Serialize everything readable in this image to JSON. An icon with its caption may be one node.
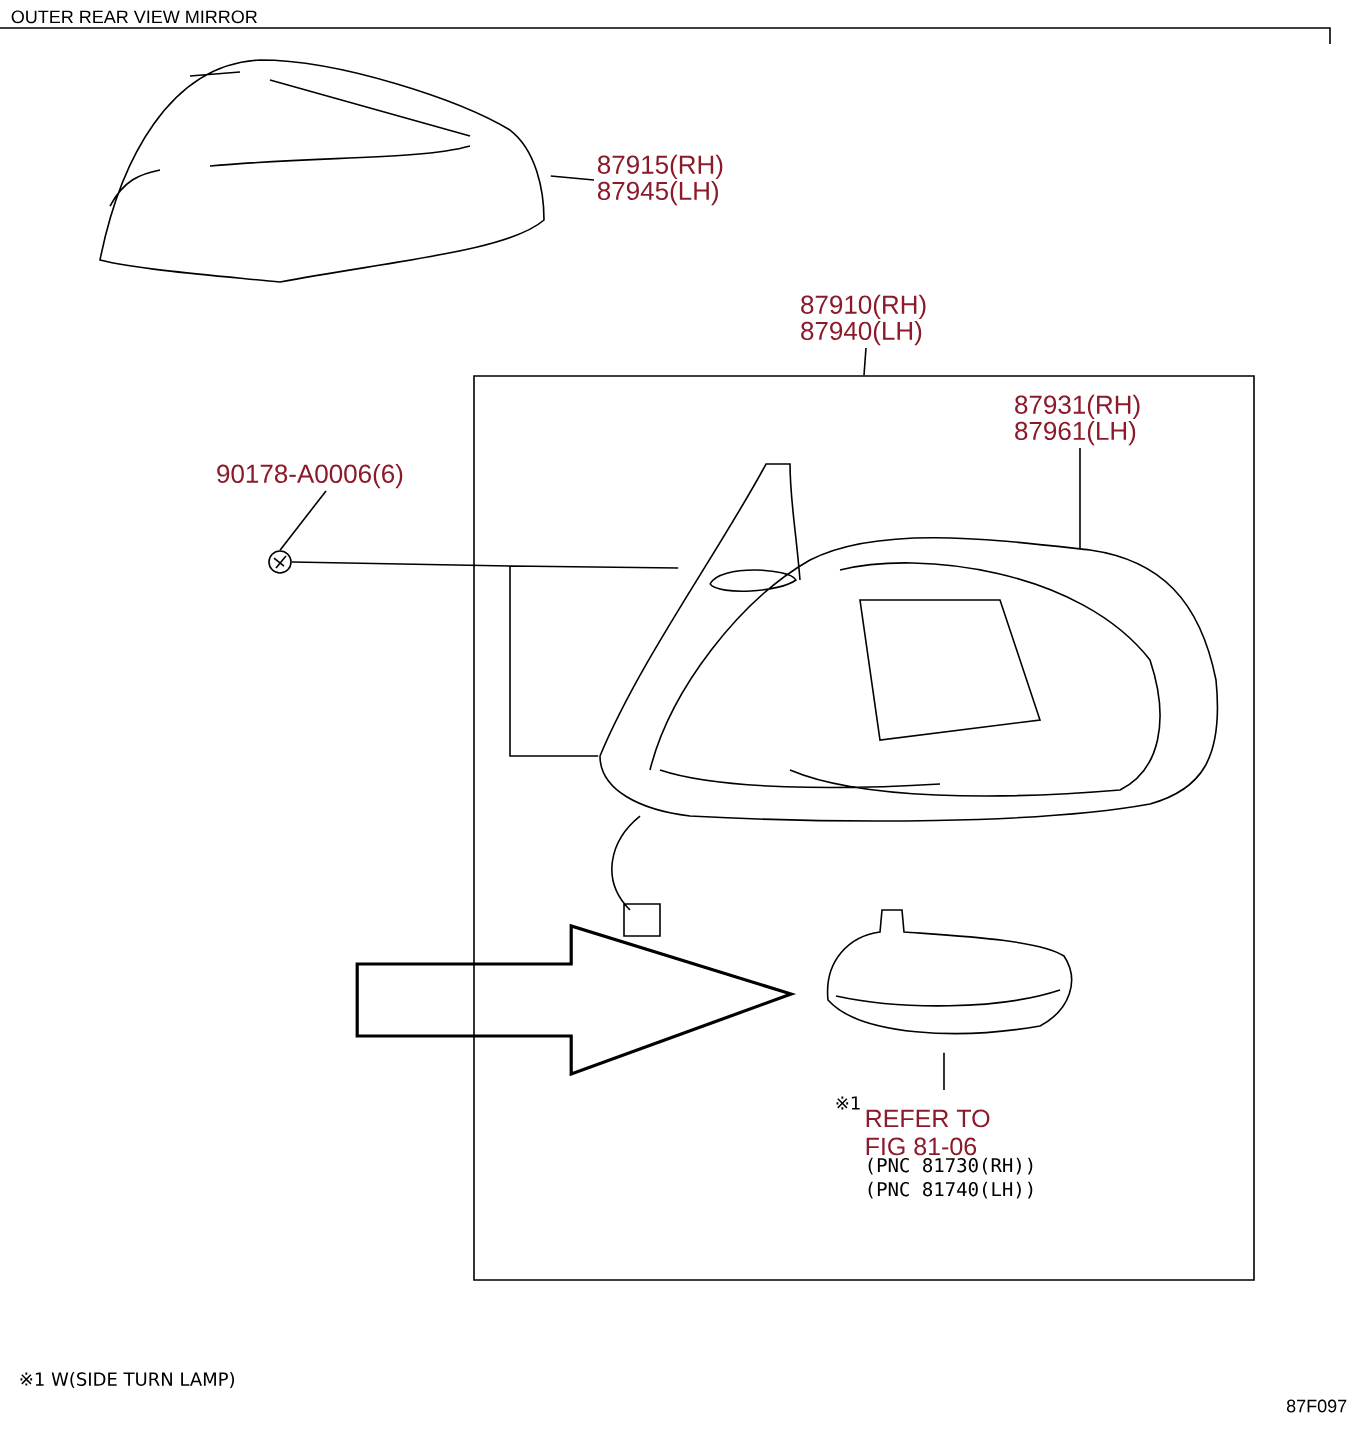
{
  "diagram": {
    "title": "OUTER REAR VIEW MIRROR",
    "nodes": [
      {
        "text": [],
        "shape": "picture"
      },
      {
        "text": [
          "87915(RH) 87945(LH)"
        ]
      },
      {
        "text": [
          "87910(RH) 87940(LH)"
        ]
      },
      {
        "text": [],
        "shape": "box"
      },
      {
        "text": [
          "90178-A0006(6)"
        ]
      },
      {
        "text": [],
        "shape": "circle"
      },
      {
        "text": [],
        "shape": "picture",
        "in": 3
      },
      {
        "text": [
          "87931(RH) 87961(LH)"
        ],
        "in": 3
      },
      {
        "text": [],
        "shape": "picture",
        "in": 3
      },
      {
        "text": [
          "※1",
          "REFER TO FIG 81-06",
          "(PNC 81730(RH))",
          "(PNC 81740(LH))"
        ],
        "in": 3
      }
    ],
    "edges": [
      {
        "from": 1,
        "to": 0,
        "arrow": "none"
      },
      {
        "from": 2,
        "to": 3,
        "arrow": "none"
      },
      {
        "from": 4,
        "to": 5,
        "arrow": "none"
      },
      {
        "from": 5,
        "to": 6,
        "arrow": "none"
      },
      {
        "from": 7,
        "to": 6,
        "arrow": "none"
      },
      {
        "from": 9,
        "to": 8,
        "arrow": "none"
      },
      {
        "from": null,
        "to": 8,
        "arrow": "to",
        "style": "thick"
      }
    ],
    "labels": [
      "※1 W(SIDE TURN LAMP)",
      "87F097"
    ]
  }
}
